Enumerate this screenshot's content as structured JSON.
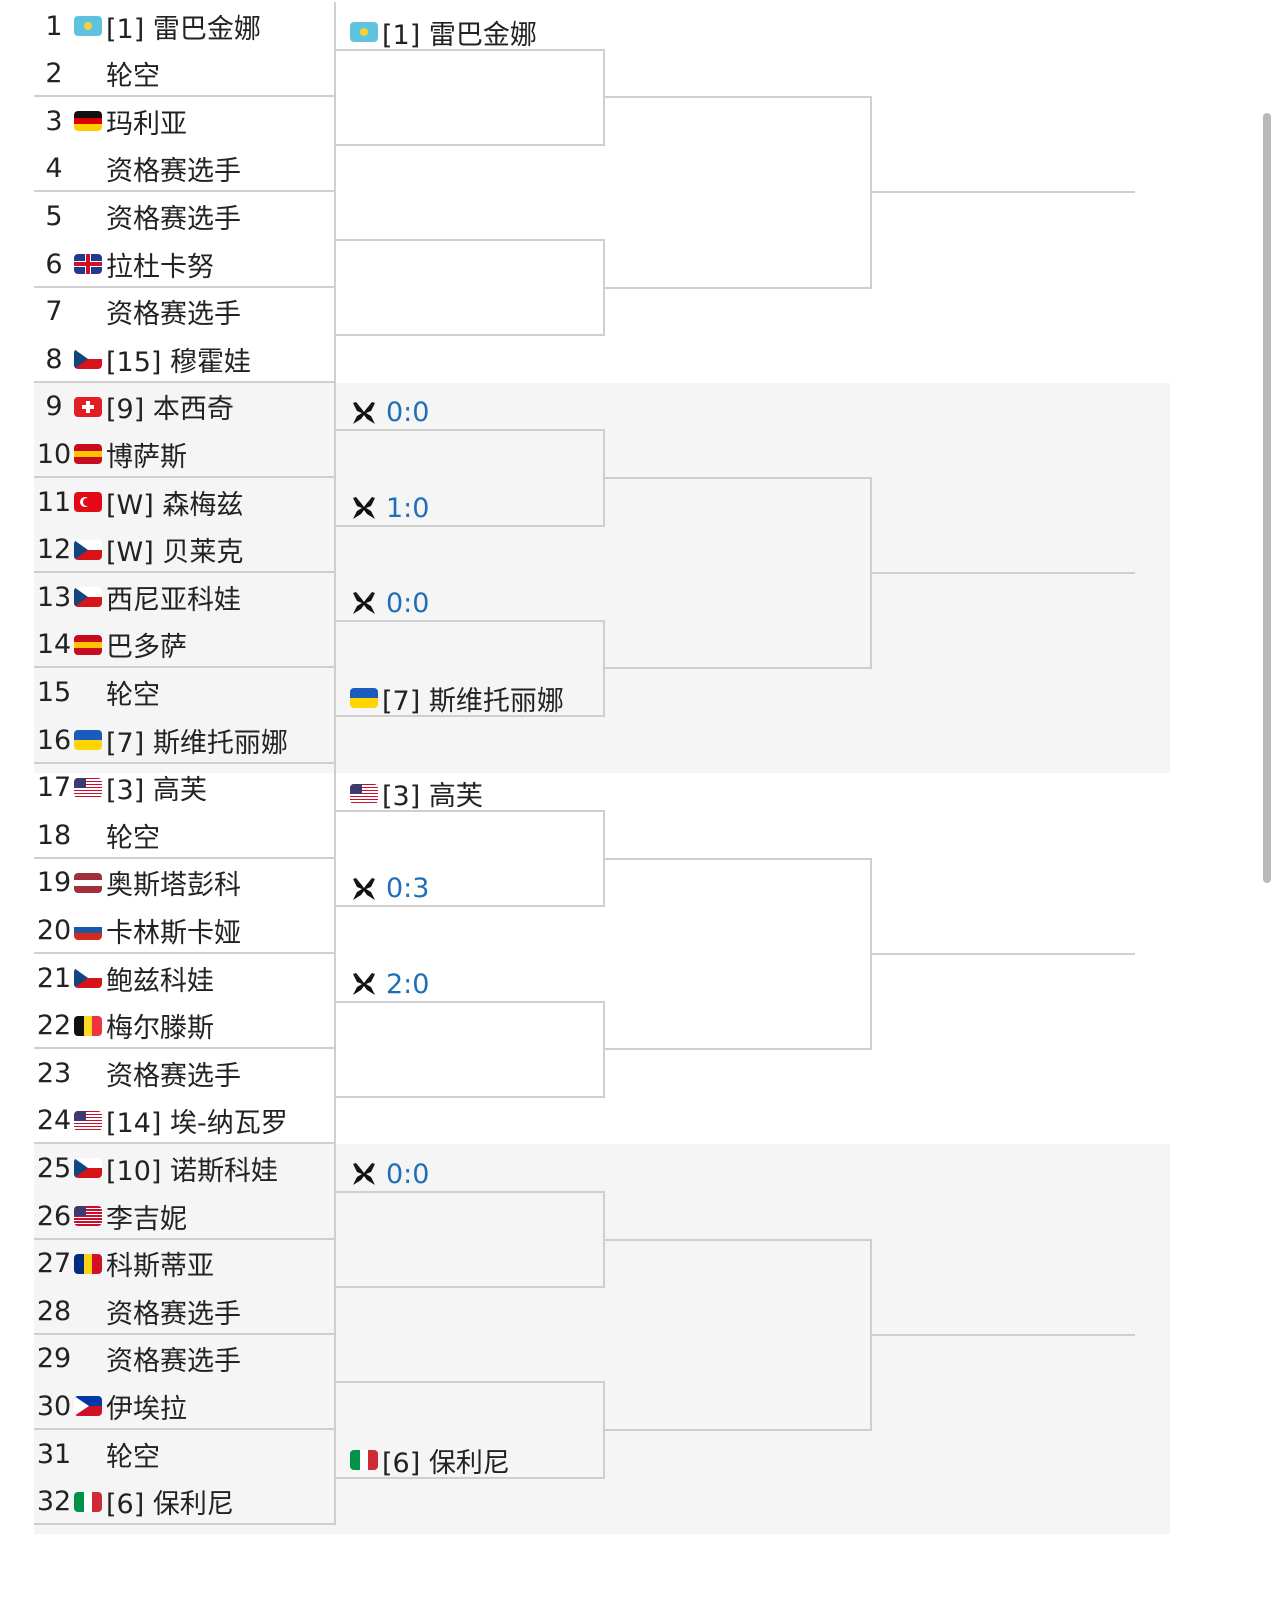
{
  "draw": {
    "players": [
      {
        "num": "1",
        "name": "[1] 雷巴金娜",
        "flag": "kazakhstan"
      },
      {
        "num": "2",
        "name": "轮空",
        "flag": ""
      },
      {
        "num": "3",
        "name": "玛利亚",
        "flag": "germany"
      },
      {
        "num": "4",
        "name": "资格赛选手",
        "flag": ""
      },
      {
        "num": "5",
        "name": "资格赛选手",
        "flag": ""
      },
      {
        "num": "6",
        "name": "拉杜卡努",
        "flag": "uk"
      },
      {
        "num": "7",
        "name": "资格赛选手",
        "flag": ""
      },
      {
        "num": "8",
        "name": "[15] 穆霍娃",
        "flag": "czech"
      },
      {
        "num": "9",
        "name": "[9] 本西奇",
        "flag": "switzerland"
      },
      {
        "num": "10",
        "name": "博萨斯",
        "flag": "spain"
      },
      {
        "num": "11",
        "name": "[W] 森梅兹",
        "flag": "turkey"
      },
      {
        "num": "12",
        "name": "[W] 贝莱克",
        "flag": "czech"
      },
      {
        "num": "13",
        "name": "西尼亚科娃",
        "flag": "czech"
      },
      {
        "num": "14",
        "name": "巴多萨",
        "flag": "spain"
      },
      {
        "num": "15",
        "name": "轮空",
        "flag": ""
      },
      {
        "num": "16",
        "name": "[7] 斯维托丽娜",
        "flag": "ukraine"
      },
      {
        "num": "17",
        "name": "[3] 高芙",
        "flag": "usa"
      },
      {
        "num": "18",
        "name": "轮空",
        "flag": ""
      },
      {
        "num": "19",
        "name": "奥斯塔彭科",
        "flag": "latvia"
      },
      {
        "num": "20",
        "name": "卡林斯卡娅",
        "flag": "russia"
      },
      {
        "num": "21",
        "name": "鲍兹科娃",
        "flag": "czech"
      },
      {
        "num": "22",
        "name": "梅尔滕斯",
        "flag": "belgium"
      },
      {
        "num": "23",
        "name": "资格赛选手",
        "flag": ""
      },
      {
        "num": "24",
        "name": "[14] 埃-纳瓦罗",
        "flag": "usa"
      },
      {
        "num": "25",
        "name": "[10] 诺斯科娃",
        "flag": "czech"
      },
      {
        "num": "26",
        "name": "李吉妮",
        "flag": "usa"
      },
      {
        "num": "27",
        "name": "科斯蒂亚",
        "flag": "romania"
      },
      {
        "num": "28",
        "name": "资格赛选手",
        "flag": ""
      },
      {
        "num": "29",
        "name": "资格赛选手",
        "flag": ""
      },
      {
        "num": "30",
        "name": "伊埃拉",
        "flag": "philippines"
      },
      {
        "num": "31",
        "name": "轮空",
        "flag": ""
      },
      {
        "num": "32",
        "name": "[6] 保利尼",
        "flag": "italy"
      }
    ],
    "round2": [
      {
        "type": "winner",
        "flag": "kazakhstan",
        "name": "[1] 雷巴金娜"
      },
      null,
      null,
      null,
      {
        "type": "score",
        "icon": "versus-x-icon",
        "score": "0:0"
      },
      {
        "type": "score",
        "icon": "versus-x-icon",
        "score": "1:0"
      },
      {
        "type": "score",
        "icon": "versus-x-icon",
        "score": "0:0"
      },
      {
        "type": "winner",
        "flag": "ukraine",
        "name": "[7] 斯维托丽娜"
      },
      {
        "type": "winner",
        "flag": "usa",
        "name": "[3] 高芙"
      },
      {
        "type": "score",
        "icon": "versus-x-icon",
        "score": "0:3"
      },
      {
        "type": "score",
        "icon": "versus-x-icon",
        "score": "2:0"
      },
      null,
      {
        "type": "score",
        "icon": "versus-x-icon",
        "score": "0:0"
      },
      null,
      null,
      {
        "type": "winner",
        "flag": "italy",
        "name": "[6] 保利尼"
      }
    ]
  },
  "colors": {
    "score": "#1f6fb8",
    "bracket_line": "#cfcfcf",
    "band_shade": "#f5f5f5"
  }
}
